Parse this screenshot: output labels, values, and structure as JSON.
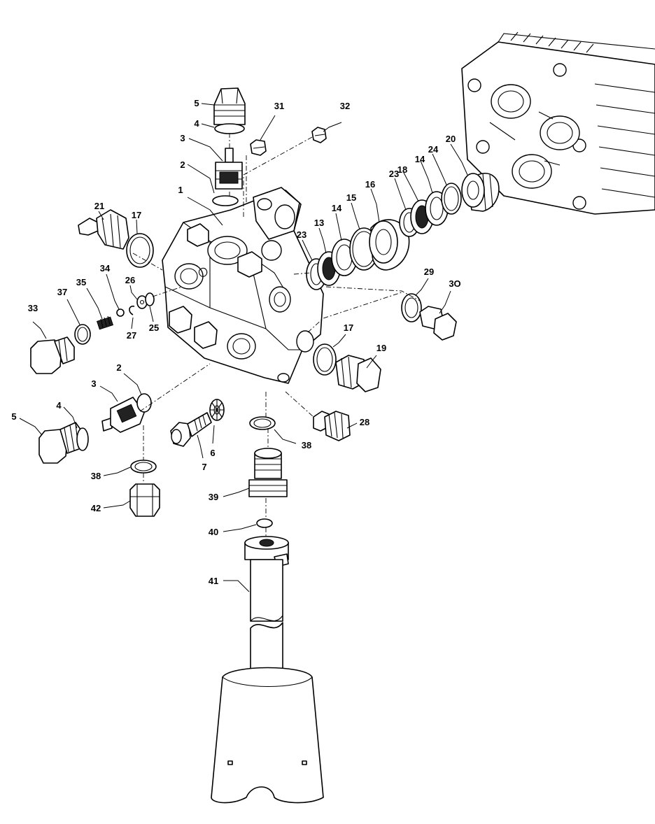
{
  "callouts": [
    {
      "id": "c1",
      "text": "1"
    },
    {
      "id": "c2a",
      "text": "2"
    },
    {
      "id": "c2b",
      "text": "2"
    },
    {
      "id": "c3a",
      "text": "3"
    },
    {
      "id": "c3b",
      "text": "3"
    },
    {
      "id": "c4a",
      "text": "4"
    },
    {
      "id": "c4b",
      "text": "4"
    },
    {
      "id": "c5a",
      "text": "5"
    },
    {
      "id": "c5b",
      "text": "5"
    },
    {
      "id": "c6",
      "text": "6"
    },
    {
      "id": "c7",
      "text": "7"
    },
    {
      "id": "c13",
      "text": "13"
    },
    {
      "id": "c14a",
      "text": "14"
    },
    {
      "id": "c14b",
      "text": "14"
    },
    {
      "id": "c15",
      "text": "15"
    },
    {
      "id": "c16",
      "text": "16"
    },
    {
      "id": "c17a",
      "text": "17"
    },
    {
      "id": "c17b",
      "text": "17"
    },
    {
      "id": "c18",
      "text": "18"
    },
    {
      "id": "c19",
      "text": "19"
    },
    {
      "id": "c20",
      "text": "20"
    },
    {
      "id": "c21",
      "text": "21"
    },
    {
      "id": "c23a",
      "text": "23"
    },
    {
      "id": "c23b",
      "text": "23"
    },
    {
      "id": "c24",
      "text": "24"
    },
    {
      "id": "c25",
      "text": "25"
    },
    {
      "id": "c26",
      "text": "26"
    },
    {
      "id": "c27",
      "text": "27"
    },
    {
      "id": "c28",
      "text": "28"
    },
    {
      "id": "c29",
      "text": "29"
    },
    {
      "id": "c30",
      "text": "3O"
    },
    {
      "id": "c31",
      "text": "31"
    },
    {
      "id": "c32",
      "text": "32"
    },
    {
      "id": "c33",
      "text": "33"
    },
    {
      "id": "c34",
      "text": "34"
    },
    {
      "id": "c35",
      "text": "35"
    },
    {
      "id": "c37",
      "text": "37"
    },
    {
      "id": "c38a",
      "text": "38"
    },
    {
      "id": "c38b",
      "text": "38"
    },
    {
      "id": "c39",
      "text": "39"
    },
    {
      "id": "c40",
      "text": "40"
    },
    {
      "id": "c41",
      "text": "41"
    },
    {
      "id": "c42",
      "text": "42"
    }
  ]
}
